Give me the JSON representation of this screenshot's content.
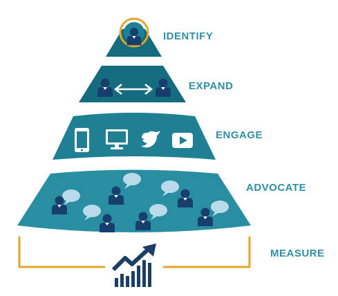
{
  "tiers": {
    "identify": "IDENTIFY",
    "expand": "EXPAND",
    "engage": "ENGAGE",
    "advocate": "ADVOCATE",
    "measure": "MEASURE"
  },
  "colors": {
    "teal_dark": "#166c7f",
    "teal_mid": "#1f7f93",
    "teal_light": "#2a8ea2",
    "person": "#163f6e",
    "bubble": "#b9dbe9",
    "accent_gold": "#e5a628",
    "label": "#2f8fa6",
    "graph_icon": "#1d3f66"
  },
  "icons": {
    "identify": [
      "person-icon",
      "target-ring-icon"
    ],
    "expand": [
      "person-icon",
      "double-arrow-icon",
      "person-icon"
    ],
    "engage": [
      "smartphone-icon",
      "monitor-icon",
      "twitter-bird-icon",
      "youtube-play-icon"
    ],
    "advocate": [
      "person-with-speech-bubble-icon"
    ],
    "measure": [
      "growth-chart-icon",
      "bracket-icon"
    ]
  }
}
